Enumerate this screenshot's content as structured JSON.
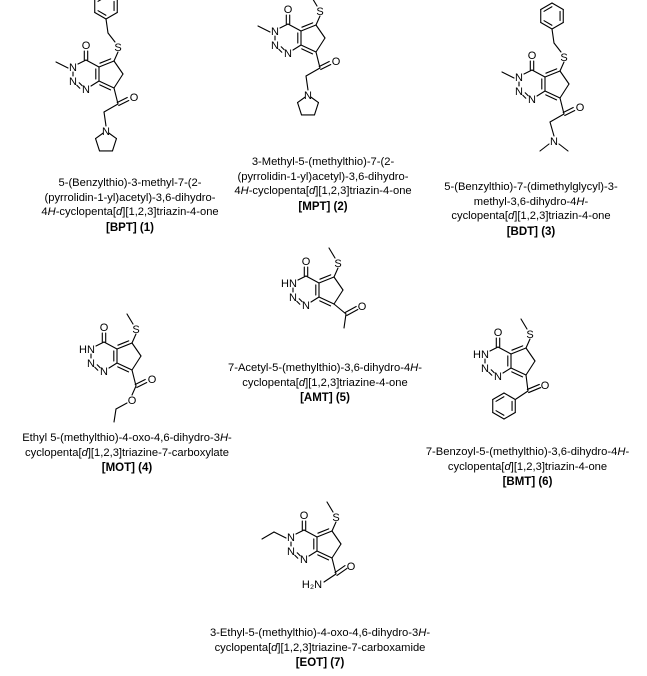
{
  "compounds": [
    {
      "id": "bpt",
      "name_lines": [
        "5-(Benzylthio)-3-methyl-7-(2-",
        "(pyrrolidin-1-yl)acetyl)-3,6-dihydro-",
        "4H-cyclopenta[d][1,2,3]triazin-4-one"
      ],
      "code": "[BPT] (1)"
    },
    {
      "id": "mpt",
      "name_lines": [
        "3-Methyl-5-(methylthio)-7-(2-",
        "(pyrrolidin-1-yl)acetyl)-3,6-dihydro-",
        "4H-cyclopenta[d][1,2,3]triazin-4-one"
      ],
      "code": "[MPT] (2)"
    },
    {
      "id": "bdt",
      "name_lines": [
        "5-(Benzylthio)-7-(dimethylglycyl)-3-",
        "methyl-3,6-dihydro-4H-",
        "cyclopenta[d][1,2,3]triazin-4-one"
      ],
      "code": "[BDT] (3)"
    },
    {
      "id": "mot",
      "name_lines": [
        "Ethyl 5-(methylthio)-4-oxo-4,6-dihydro-3H-",
        "cyclopenta[d][1,2,3]triazine-7-carboxylate"
      ],
      "code": "[MOT] (4)"
    },
    {
      "id": "amt",
      "name_lines": [
        "7-Acetyl-5-(methylthio)-3,6-dihydro-4H-",
        "cyclopenta[d][1,2,3]triazine-4-one"
      ],
      "code": "[AMT] (5)"
    },
    {
      "id": "bmt",
      "name_lines": [
        "7-Benzoyl-5-(methylthio)-3,6-dihydro-4H-",
        "cyclopenta[d][1,2,3]triazin-4-one"
      ],
      "code": "[BMT] (6)"
    },
    {
      "id": "eot",
      "name_lines": [
        "3-Ethyl-5-(methylthio)-4-oxo-4,6-dihydro-3H-",
        "cyclopenta[d][1,2,3]triazine-7-carboxamide"
      ],
      "code": "[EOT] (7)"
    }
  ],
  "atom_labels": {
    "O": "O",
    "N": "N",
    "S": "S",
    "HN": "HN",
    "H2N": "H₂N"
  }
}
